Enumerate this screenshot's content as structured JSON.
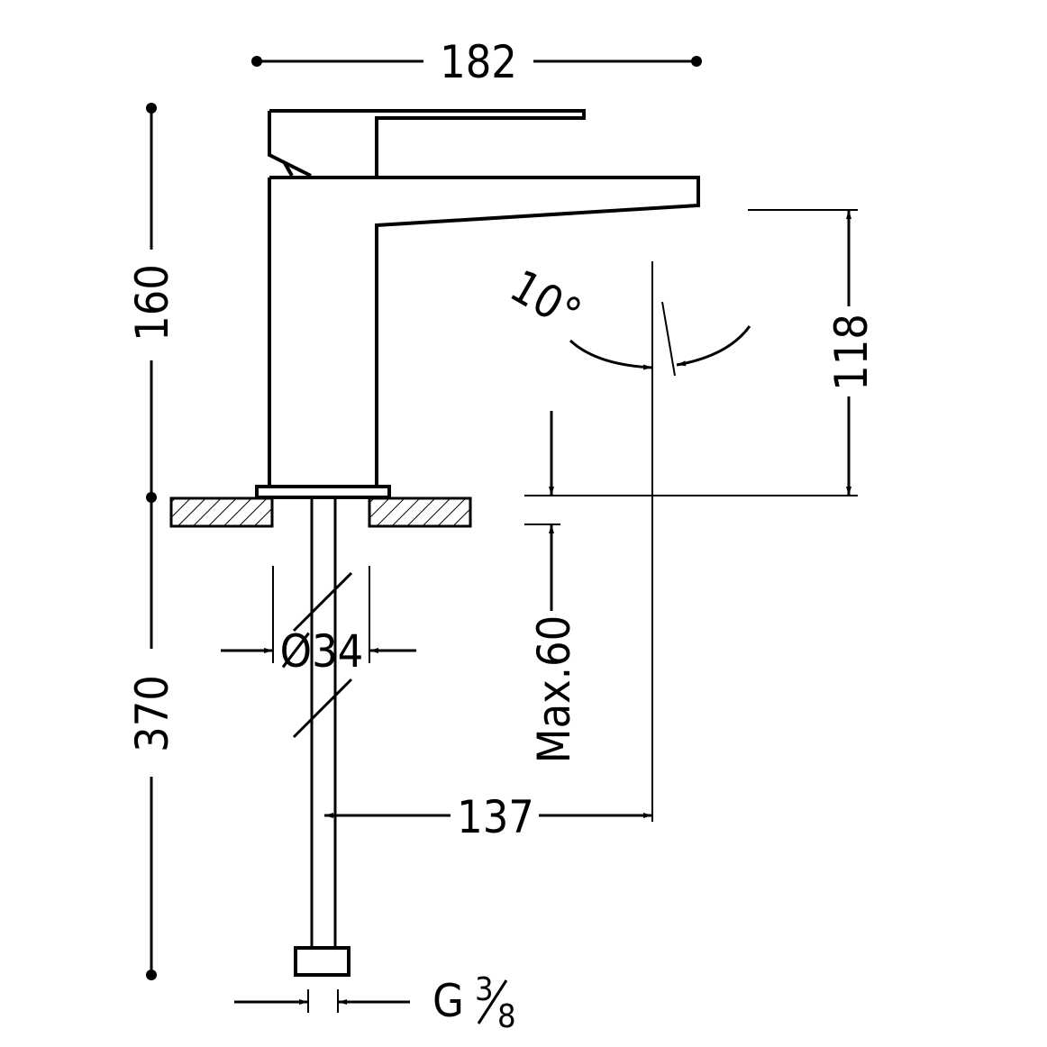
{
  "dimensions": {
    "overall_width": "182",
    "upper_height": "160",
    "lower_height": "370",
    "spout_clearance": "118",
    "spout_reach": "137",
    "pipe_diameter": "Ø34",
    "deck_thickness": "Max.60",
    "rotation_angle": "10°",
    "thread_prefix": "G",
    "thread_numerator": "3",
    "thread_denominator": "8"
  }
}
